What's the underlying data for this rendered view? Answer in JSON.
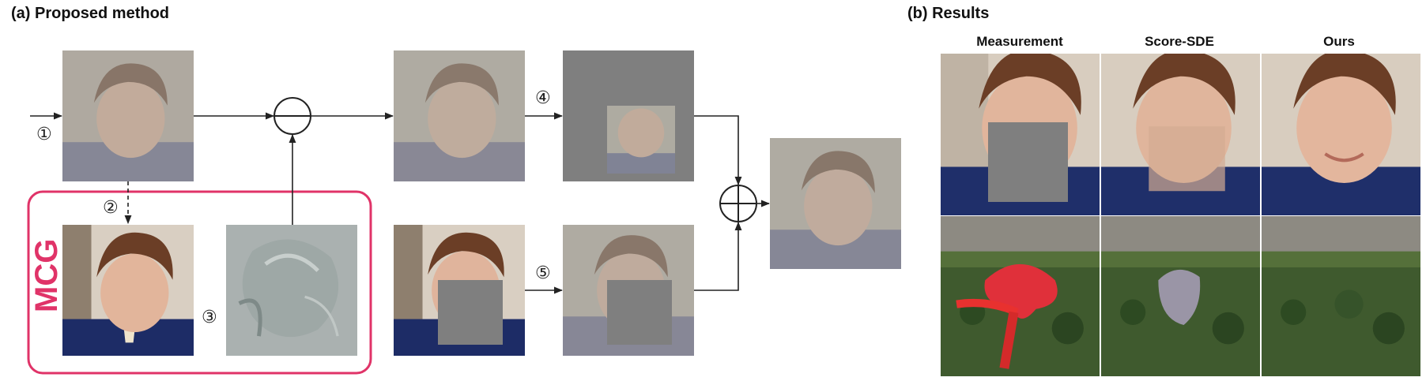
{
  "panel_a": {
    "title": "(a) Proposed method",
    "steps": [
      "①",
      "②",
      "③",
      "④",
      "⑤"
    ],
    "mcg_label": "MCG",
    "colors": {
      "mcg_box": "#e03368",
      "mask_gray": "#7f7f7f",
      "arrow": "#222222"
    }
  },
  "panel_b": {
    "title": "(b) Results",
    "columns": [
      "Measurement",
      "Score-SDE",
      "Ours"
    ]
  }
}
